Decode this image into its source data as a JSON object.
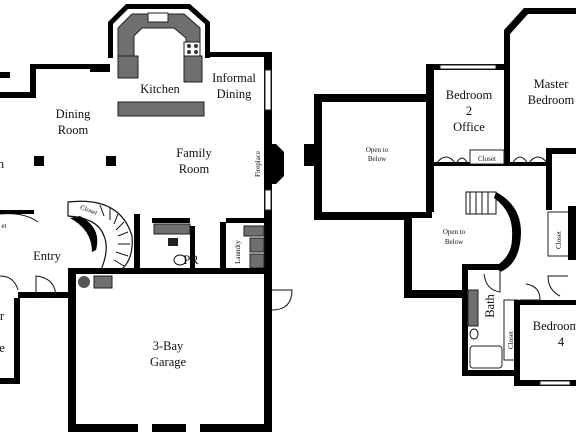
{
  "floorplan": {
    "first_floor": {
      "rooms": {
        "kitchen": "Kitchen",
        "informal_dining_line1": "Informal",
        "informal_dining_line2": "Dining",
        "dining_room_line1": "Dining",
        "dining_room_line2": "Room",
        "family_room_line1": "Family",
        "family_room_line2": "Room",
        "fireplace": "Fireplace",
        "closet_stair": "Closet",
        "closet_left": "et",
        "entry": "Entry",
        "powder_room": "PR",
        "laundry": "Laundry",
        "garage_line1": "3-Bay",
        "garage_line2": "Garage",
        "left_cut_1": "n",
        "left_cut_2": "r",
        "left_cut_3": "e"
      }
    },
    "second_floor": {
      "rooms": {
        "open_to_below_1_line1": "Open to",
        "open_to_below_1_line2": "Below",
        "bedroom2_line1": "Bedroom",
        "bedroom2_line2": "2",
        "bedroom2_line3": "Office",
        "closet_bedroom2": "Closet",
        "master_line1": "Master",
        "master_line2": "Bedroom",
        "open_to_below_2_line1": "Open to",
        "open_to_below_2_line2": "Below",
        "bath": "Bath",
        "closet_bath": "Closet",
        "closet_right": "Closet",
        "bedroom4_line1": "Bedroom",
        "bedroom4_line2": "4"
      }
    }
  }
}
